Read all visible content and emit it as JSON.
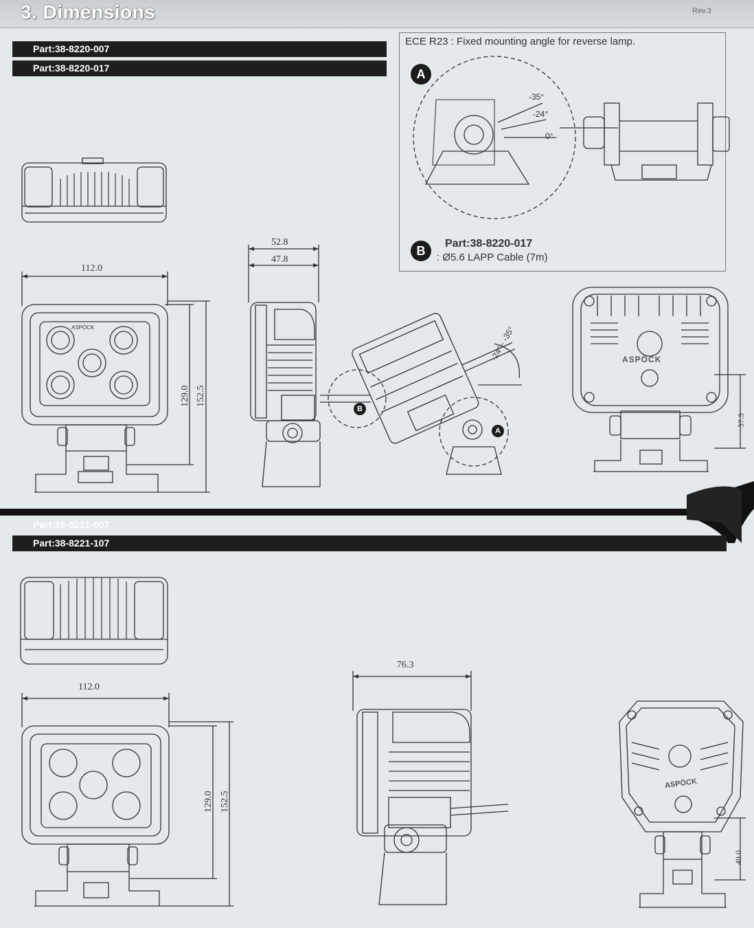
{
  "header": {
    "title": "3. Dimensions",
    "rev": "Rev.3"
  },
  "parts_top": [
    "Part:38-8220-007",
    "Part:38-8220-017"
  ],
  "parts_bottom": [
    "Part:38-8221-007",
    "Part:38-8221-107"
  ],
  "ece": {
    "caption": "ECE R23 : Fixed mounting angle for reverse lamp.",
    "badge_a": "A",
    "angle_35": "-35°",
    "angle_24": "-24°",
    "angle_0": "0°",
    "badge_b": "B",
    "part_b": "Part:38-8220-017",
    "cable": ": Ø5.6 LAPP Cable (7m)"
  },
  "top_dims": {
    "width": "112.0",
    "height1": "129.0",
    "height2": "152.5",
    "depth1": "52.8",
    "depth2": "47.8",
    "angle_range": "-24°~ -35°",
    "rear_height": "57.5",
    "marker_b": "B",
    "marker_a": "A"
  },
  "bottom_dims": {
    "width": "112.0",
    "height1": "129.0",
    "height2": "152.5",
    "depth": "76.3",
    "rear_height": "49.0"
  },
  "brand": "ASPÖCK"
}
